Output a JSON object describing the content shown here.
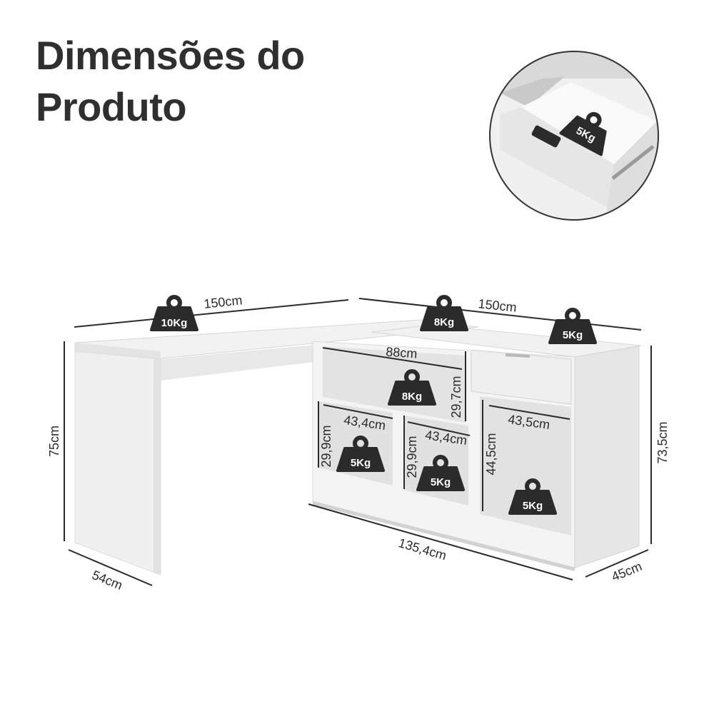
{
  "title": {
    "line1": "Dimensões do",
    "line2": "Produto"
  },
  "colors": {
    "text": "#2f2f2f",
    "weight_badge": "#2b2b2b",
    "furniture": "#f2f2f2",
    "furniture_shadow": "#dcdcdc"
  },
  "inset": {
    "drawer_weight": "5Kg"
  },
  "dimensions": {
    "desk_top_width": "150cm",
    "cabinet_width": "150cm",
    "desk_height": "75cm",
    "desk_depth": "54cm",
    "cabinet_height": "73,5cm",
    "cabinet_depth": "45cm",
    "cabinet_front_width": "135,4cm",
    "upper_niche_width": "88cm",
    "upper_niche_height": "29,7cm",
    "left_niche_width": "43,4cm",
    "left_niche_height": "29,9cm",
    "middle_niche_width": "43,4cm",
    "middle_niche_height": "29,9cm",
    "right_niche_width": "43,5cm",
    "right_niche_height": "44,5cm"
  },
  "weights": {
    "desk_top": "10Kg",
    "cabinet_top_left": "8Kg",
    "cabinet_top_right": "5Kg",
    "upper_niche": "8Kg",
    "left_niche": "5Kg",
    "middle_niche": "5Kg",
    "right_niche": "5Kg"
  }
}
